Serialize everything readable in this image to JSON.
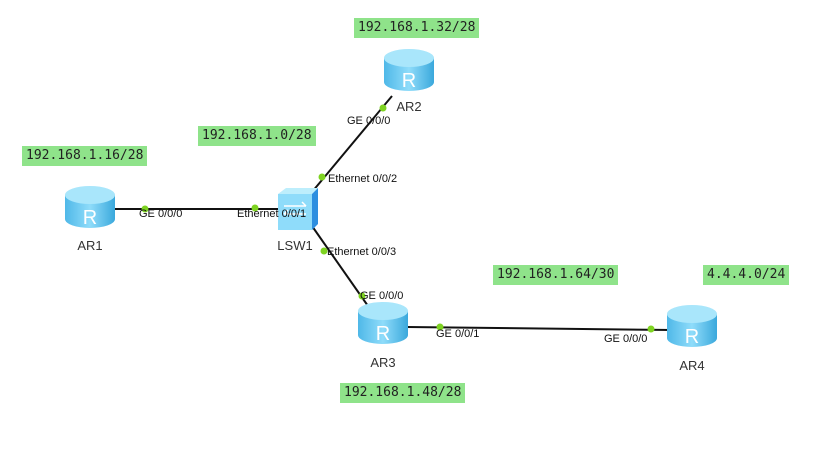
{
  "colors": {
    "router": "#5ec8f0",
    "link": "#111111",
    "port_dot": "#7ed321",
    "subnet_bg": "#8fe38a"
  },
  "devices": [
    {
      "name": "AR1",
      "type": "router-icon"
    },
    {
      "name": "LSW1",
      "type": "switch-icon"
    },
    {
      "name": "AR2",
      "type": "router-icon"
    },
    {
      "name": "AR3",
      "type": "router-icon"
    },
    {
      "name": "AR4",
      "type": "router-icon"
    }
  ],
  "subnets": [
    "192.168.1.32/28",
    "192.168.1.0/28",
    "192.168.1.16/28",
    "192.168.1.64/30",
    "4.4.4.0/24",
    "192.168.1.48/28"
  ],
  "ports": {
    "ar1_ge000": "GE 0/0/0",
    "lsw1_e001": "Ethernet 0/0/1",
    "lsw1_e002": "Ethernet 0/0/2",
    "ar2_ge000": "GE 0/0/0",
    "lsw1_e003": "Ethernet 0/0/3",
    "ar3_ge000": "GE 0/0/0",
    "ar3_ge001": "GE 0/0/1",
    "ar4_ge000": "GE 0/0/0"
  }
}
